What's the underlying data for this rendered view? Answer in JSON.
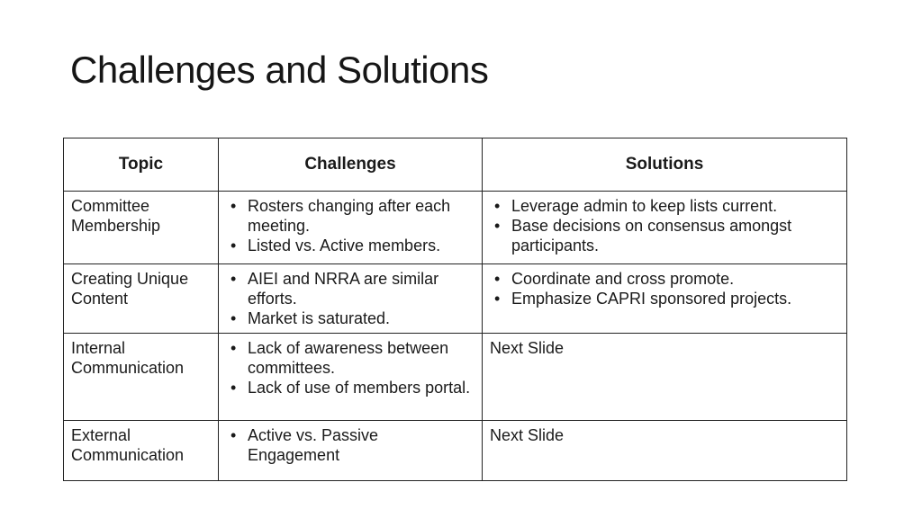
{
  "slide": {
    "title": "Challenges and Solutions",
    "background_color": "#ffffff",
    "text_color": "#1a1a1a",
    "border_color": "#222222"
  },
  "table": {
    "headers": [
      "Topic",
      "Challenges",
      "Solutions"
    ],
    "rows": [
      {
        "topic": "Committee Membership",
        "challenges": [
          "Rosters changing after each meeting.",
          "Listed vs. Active members."
        ],
        "solutions": [
          "Leverage admin to keep lists current.",
          "Base decisions on consensus amongst participants."
        ]
      },
      {
        "topic": "Creating Unique Content",
        "challenges": [
          "AIEI and NRRA are similar efforts.",
          "Market is saturated."
        ],
        "solutions": [
          "Coordinate and cross promote.",
          "Emphasize CAPRI sponsored projects."
        ]
      },
      {
        "topic": "Internal Communication",
        "challenges": [
          "Lack of awareness between committees.",
          "Lack of use of members portal."
        ],
        "solutions_plain": "Next Slide"
      },
      {
        "topic": "External Communication",
        "challenges": [
          "Active vs. Passive Engagement"
        ],
        "solutions_plain": "Next Slide"
      }
    ]
  }
}
